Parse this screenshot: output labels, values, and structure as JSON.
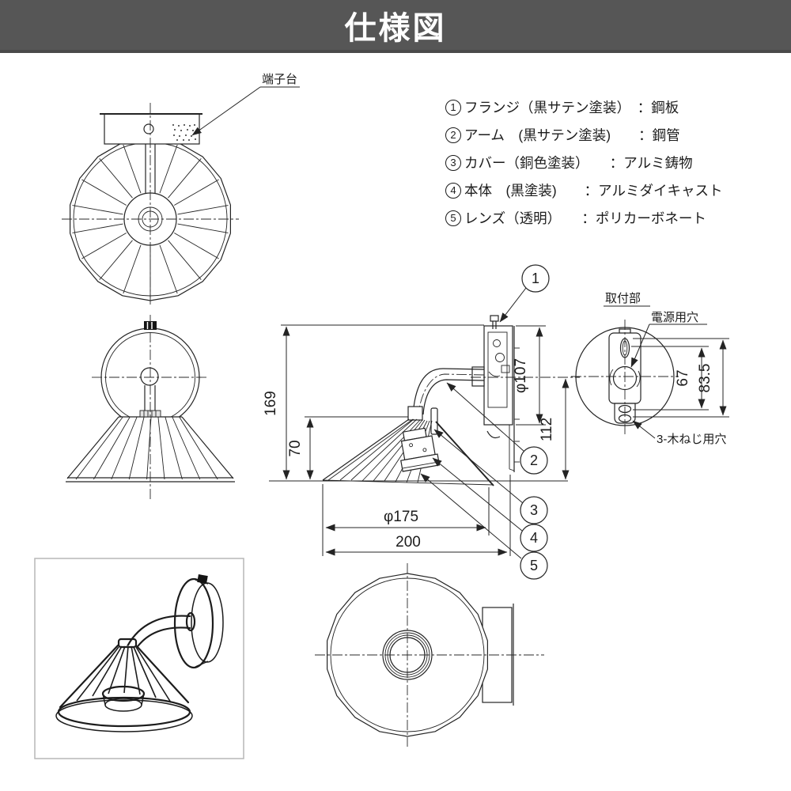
{
  "header": {
    "title": "仕様図",
    "bg": "#565656",
    "text_color": "#ffffff"
  },
  "labels": {
    "terminal_block": "端子台",
    "mounting_part": "取付部",
    "power_hole": "電源用穴",
    "wood_screw_holes": "3-木ねじ用穴"
  },
  "parts": [
    {
      "num": "1",
      "name": "フランジ（黒サテン塗装）　",
      "material": "：鋼板"
    },
    {
      "num": "2",
      "name": "アーム　(黒サテン塗装)　　",
      "material": "：鋼管"
    },
    {
      "num": "3",
      "name": "カバー（銅色塗装）　　",
      "material": "：アルミ鋳物"
    },
    {
      "num": "4",
      "name": "本体　(黒塗装)　　",
      "material": "：アルミダイキャスト"
    },
    {
      "num": "5",
      "name": "レンズ（透明）　　",
      "material": "：ポリカーボネート"
    }
  ],
  "dimensions": {
    "height_total": "169",
    "shade_height": "70",
    "plate_diameter": "φ107",
    "center_to_bottom": "112",
    "shade_diameter": "φ175",
    "depth": "200",
    "hole_span": "67",
    "plate_span": "83.5"
  },
  "callouts": [
    "1",
    "2",
    "3",
    "4",
    "5"
  ]
}
